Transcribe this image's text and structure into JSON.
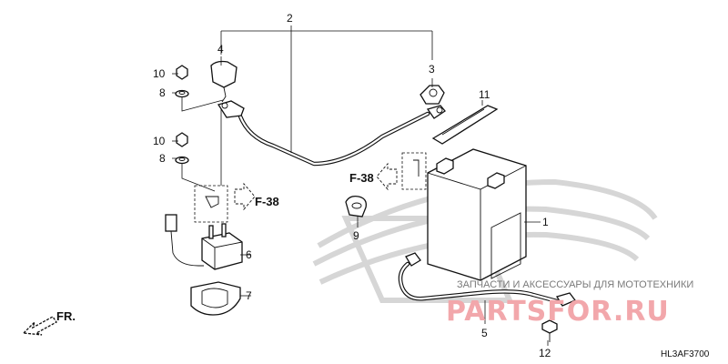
{
  "callouts": {
    "c1": "1",
    "c2": "2",
    "c3": "3",
    "c4": "4",
    "c5": "5",
    "c6": "6",
    "c7": "7",
    "c8a": "8",
    "c8b": "8",
    "c9": "9",
    "c10a": "10",
    "c10b": "10",
    "c11": "11",
    "c12": "12"
  },
  "refs": {
    "f38_left": "F-38",
    "f38_right": "F-38"
  },
  "direction_label": "FR.",
  "diagram_code": "HL3AF3700",
  "watermark": {
    "text": "ЗАПЧАСТИ И АКСЕССУАРЫ ДЛЯ МОТОТЕХНИКИ",
    "logo": "PARTSFOR.RU"
  }
}
